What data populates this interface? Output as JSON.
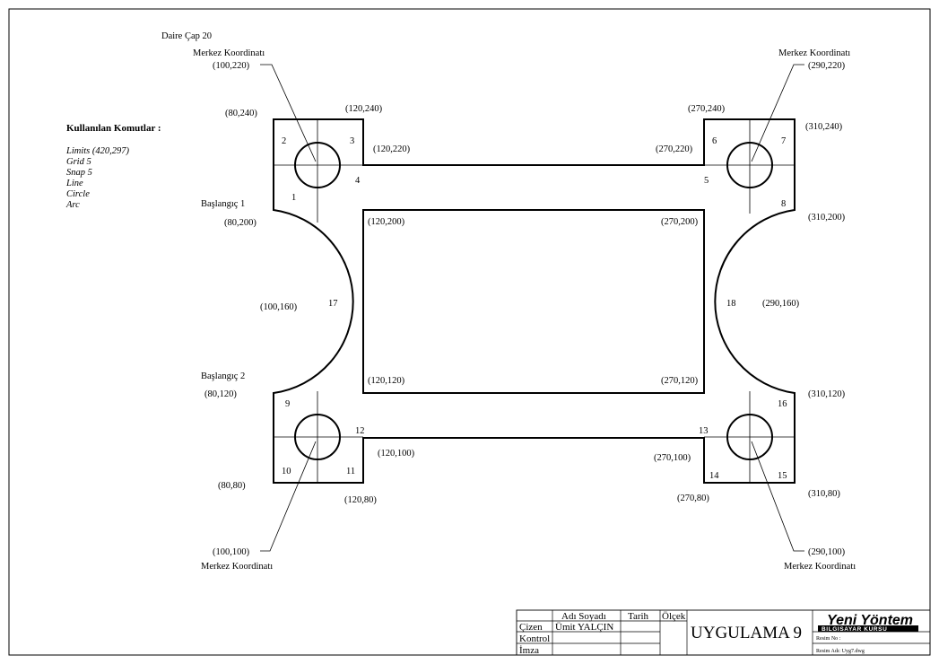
{
  "drawing": {
    "circle_label": "Daire Çap 20",
    "center_coordinate_label": "Merkez Koordinatı",
    "start_label_1": "Başlangıç   1",
    "start_label_2": "Başlangıç   2",
    "commands_title": "Kullanılan Komutlar :",
    "commands": [
      "Limits (420,297)",
      "Grid 5",
      "Snap 5",
      "Line",
      "Circle",
      "Arc"
    ],
    "coordinates": {
      "tl_center": "(100,220)",
      "tr_center": "(290,220)",
      "bl_center": "(100,100)",
      "br_center": "(290,100)",
      "p80_240": "(80,240)",
      "p120_240": "(120,240)",
      "p120_220": "(120,220)",
      "p270_240": "(270,240)",
      "p270_220": "(270,220)",
      "p310_240": "(310,240)",
      "p80_200": "(80,200)",
      "p310_200": "(310,200)",
      "in120_200": "(120,200)",
      "in270_200": "(270,200)",
      "arc_left": "(100,160)",
      "arc_right": "(290,160)",
      "in120_120": "(120,120)",
      "in270_120": "(270,120)",
      "p80_120": "(80,120)",
      "p310_120": "(310,120)",
      "p120_100": "(120,100)",
      "p270_100": "(270,100)",
      "p80_80": "(80,80)",
      "p120_80": "(120,80)",
      "p270_80": "(270,80)",
      "p310_80": "(310,80)"
    },
    "point_numbers": [
      "1",
      "2",
      "3",
      "4",
      "5",
      "6",
      "7",
      "8",
      "9",
      "10",
      "11",
      "12",
      "13",
      "14",
      "15",
      "16",
      "17",
      "18"
    ]
  },
  "title_block": {
    "col_name": "Adı Soyadı",
    "col_date": "Tarih",
    "col_scale": "Ölçek",
    "row_drawn": "Çizen",
    "row_checked": "Kontrol",
    "row_signature": "İmza",
    "drawn_by": "Ümit YALÇIN",
    "title": "UYGULAMA 9",
    "brand": "Yeni Yöntem",
    "brand_sub": "BILGISAYAR KURSU",
    "drawing_no": "Resim No :",
    "drawing_name": "Resim Adı: Uyg7.dwg"
  }
}
